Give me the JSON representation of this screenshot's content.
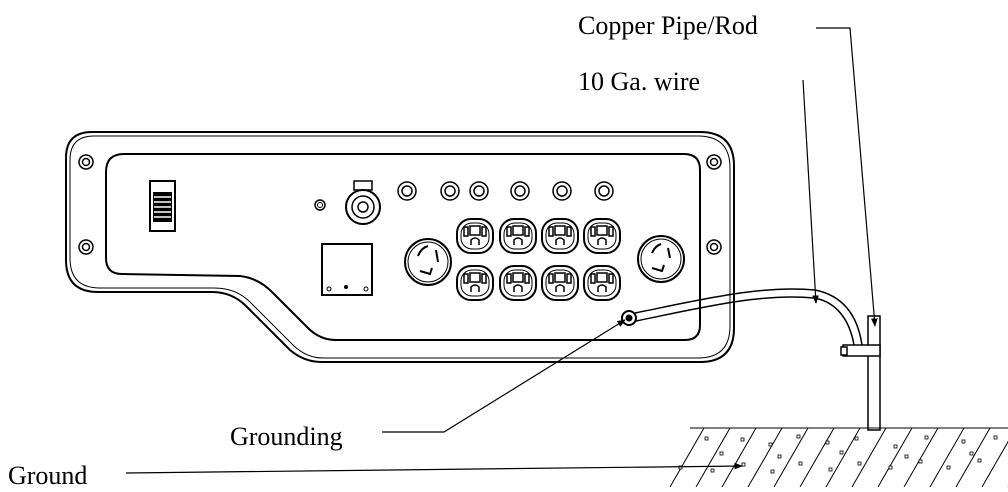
{
  "labels": {
    "copper_pipe": "Copper Pipe/Rod",
    "wire": "10 Ga. wire",
    "grounding": "Grounding",
    "ground": "Ground"
  },
  "panel": {
    "outlet_pairs_per_row": 4,
    "outlet_rows": 2,
    "breaker_count": 6
  }
}
